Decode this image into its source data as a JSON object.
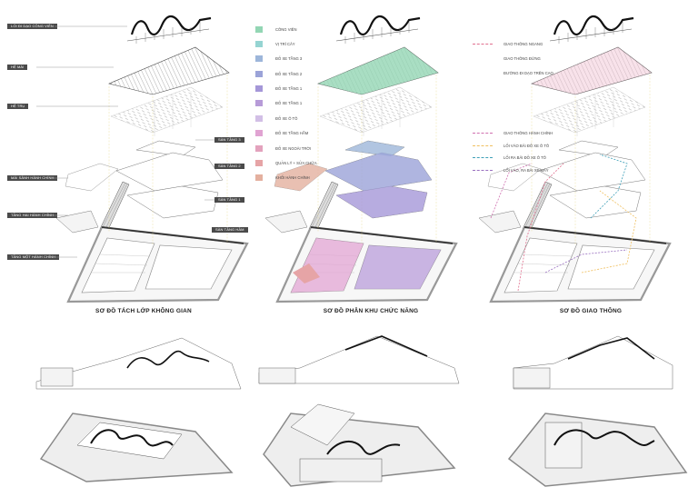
{
  "panels": [
    {
      "title": "SƠ ĐỒ TÁCH LỚP KHÔNG GIAN",
      "left_labels": [
        "LỐI ĐI DẠO CÔNG VIÊN",
        "HỆ MÁI",
        "HỆ TRỤ",
        "MÁI SẢNH HÀNH CHÍNH",
        "TẦNG HAI HÀNH CHÍNH",
        "TẦNG MỘT HÀNH CHÍNH"
      ],
      "right_labels": [
        "SÀN TẦNG 3",
        "SÀN TẦNG 2",
        "SÀN TẦNG 1",
        "SÀN TẦNG HẦM"
      ]
    },
    {
      "title": "SƠ ĐỒ PHÂN KHU CHỨC NĂNG",
      "legend": [
        {
          "label": "CÔNG VIÊN",
          "color": "#93d6b4"
        },
        {
          "label": "VỊ TRÍ CÂY",
          "color": "#95d4d2"
        },
        {
          "label": "ĐỖ XE TẦNG 3",
          "color": "#9db6da"
        },
        {
          "label": "ĐỖ XE TẦNG 2",
          "color": "#9ba3d8"
        },
        {
          "label": "ĐỖ XE TẦNG 1",
          "color": "#a597d8"
        },
        {
          "label": "ĐỖ XE TẦNG 1",
          "color": "#b79bd8"
        },
        {
          "label": "ĐỖ XE Ô TÔ",
          "color": "#d2bfe6"
        },
        {
          "label": "ĐỖ XE TẦNG HẦM",
          "color": "#e0a3d2"
        },
        {
          "label": "ĐỖ XE NGOÀI TRỜI",
          "color": "#e3a2bd"
        },
        {
          "label": "QUẢN LÝ + SỬA CHỮA",
          "color": "#e6a4a6"
        },
        {
          "label": "KHỐI HÀNH CHÍNH",
          "color": "#e4b09f"
        }
      ]
    },
    {
      "title": "SƠ ĐỒ GIAO THÔNG",
      "legend_top": [
        {
          "label": "GIAO THÔNG NGANG",
          "color": "#e0708f"
        },
        {
          "label": "GIAO THÔNG ĐỨNG",
          "color": "#ffffff"
        },
        {
          "label": "ĐƯỜNG ĐI DẠO TRÊN CAO",
          "color": "#ffffff"
        }
      ],
      "legend_bottom": [
        {
          "label": "GIAO THÔNG HÀNH CHÍNH",
          "color": "#d070b0"
        },
        {
          "label": "LỐI VÀO BÃI ĐỖ XE Ô TÔ",
          "color": "#f0c060"
        },
        {
          "label": "LỐI RA BÃI ĐỖ XE Ô TÔ",
          "color": "#3fa0b8"
        },
        {
          "label": "LỐI VÀO, RA BÃI XE MÁY",
          "color": "#9a70c0"
        }
      ]
    }
  ]
}
